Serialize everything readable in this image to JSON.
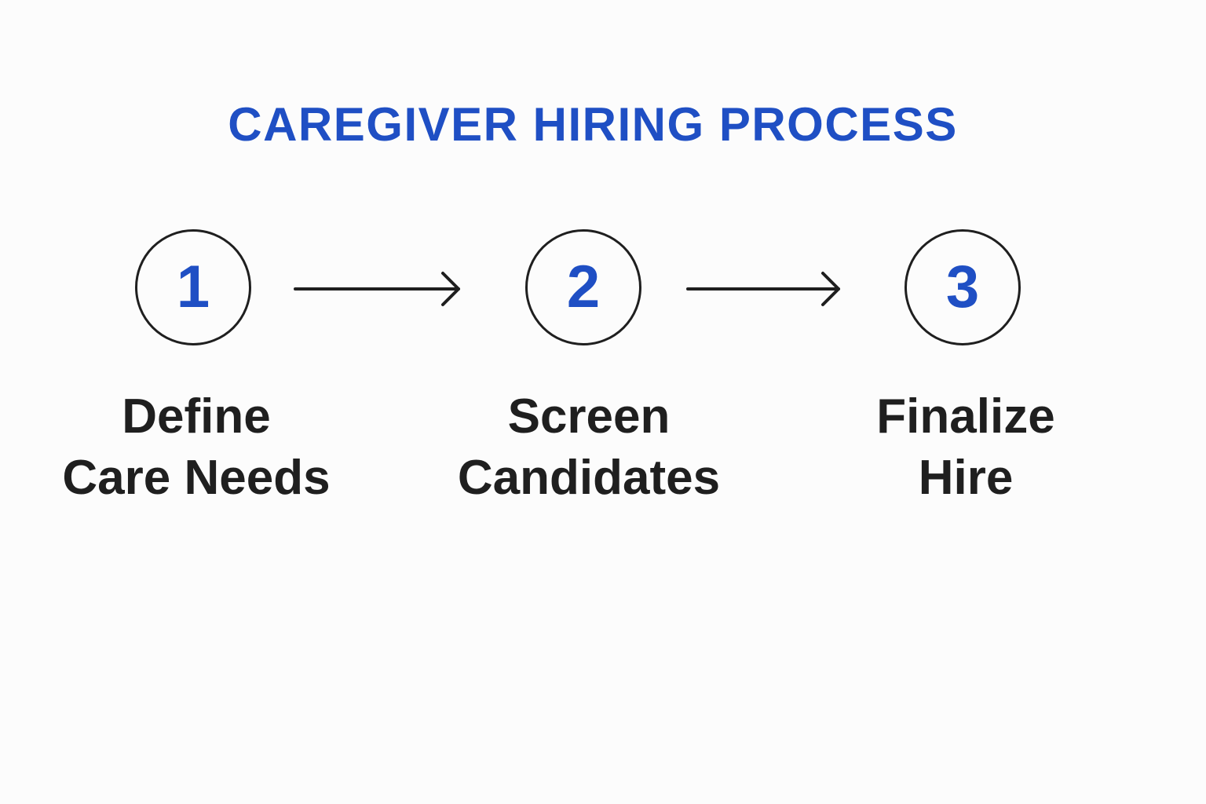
{
  "title": "CAREGIVER HIRING PROCESS",
  "colors": {
    "accent": "#1f4fc4",
    "text": "#1f1f1f",
    "background": "#fcfcfc"
  },
  "steps": [
    {
      "number": "1",
      "label_line1": "Define",
      "label_line2": "Care Needs"
    },
    {
      "number": "2",
      "label_line1": "Screen",
      "label_line2": "Candidates"
    },
    {
      "number": "3",
      "label_line1": "Finalize",
      "label_line2": "Hire"
    }
  ],
  "connectors": [
    {
      "icon": "arrow-right-icon"
    },
    {
      "icon": "arrow-right-icon"
    }
  ]
}
